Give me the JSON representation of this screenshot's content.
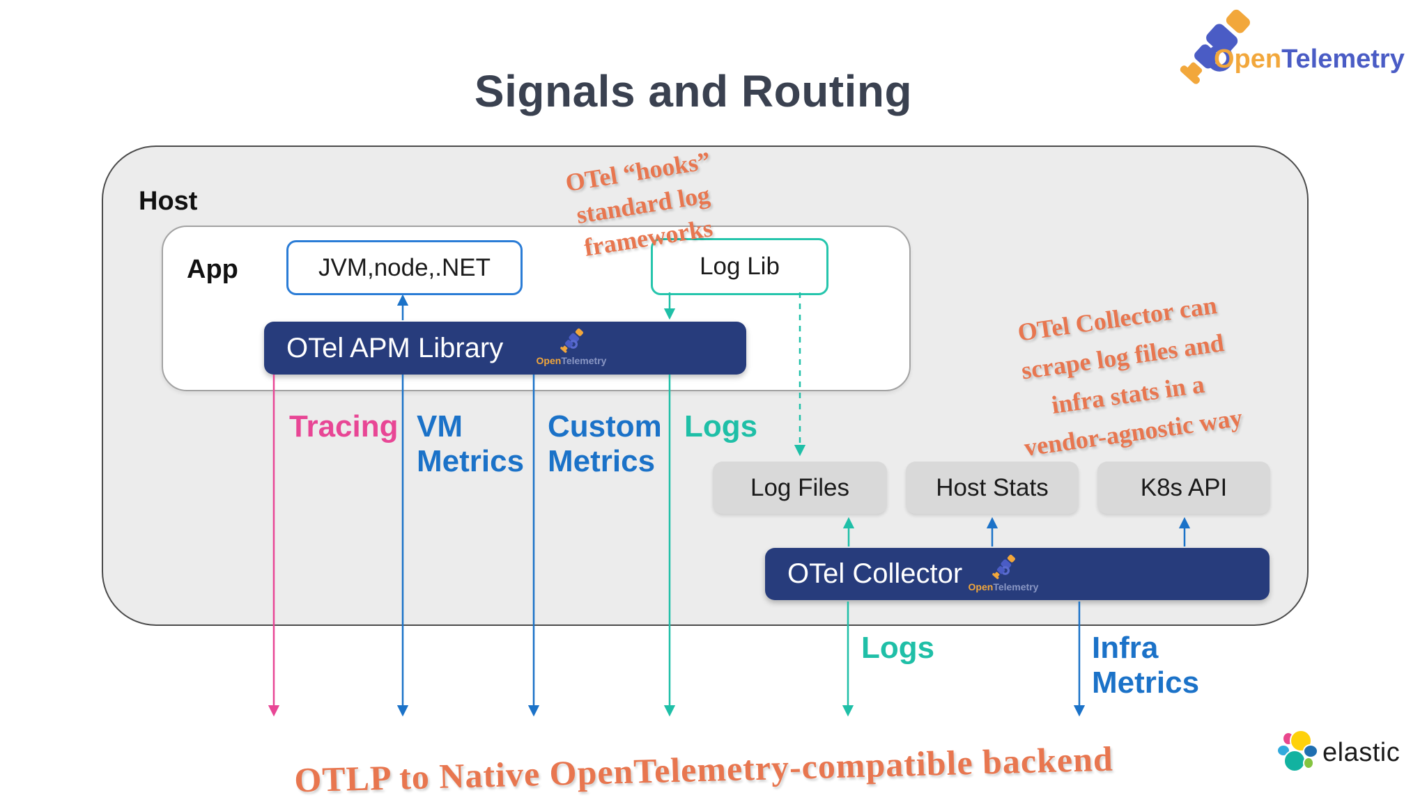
{
  "title": "Signals and Routing",
  "otel_logo": {
    "open": "Open",
    "telemetry": "Telemetry"
  },
  "host": {
    "label": "Host"
  },
  "app": {
    "label": "App",
    "runtime_box": "JVM,node,.NET",
    "log_lib_box": "Log Lib",
    "apm_bar": "OTel APM Library"
  },
  "collector": {
    "bar_label": "OTel Collector"
  },
  "source_boxes": [
    "Log Files",
    "Host Stats",
    "K8s API"
  ],
  "signal_labels": {
    "tracing": "Tracing",
    "vm_metrics": "VM\nMetrics",
    "custom_metrics": "Custom\nMetrics",
    "logs_app": "Logs",
    "logs_collector": "Logs",
    "infra_metrics": "Infra\nMetrics"
  },
  "notes": {
    "hooks_note": {
      "line1": "OTel “hooks”",
      "line2": "standard log",
      "line3": "frameworks"
    },
    "collector_note": {
      "line1": "OTel Collector can",
      "line2": "scrape log files and",
      "line3": "infra stats in a",
      "line4": "vendor-agnostic way"
    },
    "backend_note": "OTLP to Native OpenTelemetry-compatible backend"
  },
  "footer": {
    "elastic": "elastic"
  },
  "colors": {
    "navy_bar": "#273c7c",
    "teal": "#1fbfa7",
    "blue": "#1b72c8",
    "pink": "#e84695",
    "note_orange": "#e8764f",
    "otel_orange": "#f2a73b",
    "otel_blue": "#4a5cc5",
    "host_background": "#ececec",
    "source_box_gray": "#d9d9d9",
    "title_text": "#3a4150"
  }
}
